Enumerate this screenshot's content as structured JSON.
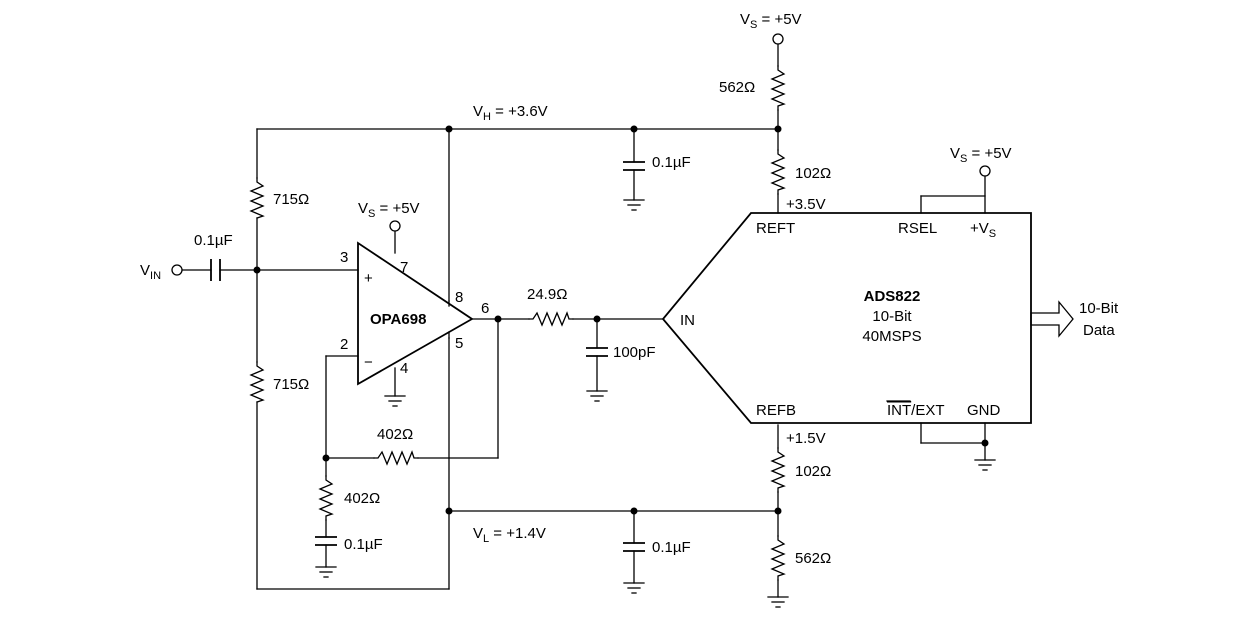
{
  "supplies": {
    "vs_top": {
      "label": "V",
      "sub": "S",
      "value": " = +5V"
    },
    "vs_opamp": {
      "label": "V",
      "sub": "S",
      "value": " = +5V"
    },
    "vs_adc": {
      "label": "V",
      "sub": "S",
      "value": " = +5V"
    }
  },
  "nodes": {
    "vh": {
      "label": "V",
      "sub": "H",
      "value": " = +3.6V"
    },
    "vl": {
      "label": "V",
      "sub": "L",
      "value": " = +1.4V"
    },
    "vin": {
      "label": "V",
      "sub": "IN"
    },
    "reft_v": "+3.5V",
    "refb_v": "+1.5V"
  },
  "components": {
    "r_562_top": "562Ω",
    "r_102_top": "102Ω",
    "c_vh": "0.1µF",
    "r_715_top": "715Ω",
    "r_715_bot": "715Ω",
    "c_in": "0.1µF",
    "r_249": "24.9Ω",
    "c_100p": "100pF",
    "r_402_fb": "402Ω",
    "r_402_gnd": "402Ω",
    "c_402": "0.1µF",
    "c_vl": "0.1µF",
    "r_102_bot": "102Ω",
    "r_562_bot": "562Ω"
  },
  "opamp": {
    "name": "OPA698",
    "pins": {
      "p3": "3",
      "p2": "2",
      "p7": "7",
      "p4": "4",
      "p8": "8",
      "p5": "5",
      "p6": "6"
    },
    "plus": "+",
    "minus": "−"
  },
  "adc": {
    "name": "ADS822",
    "line2": "10-Bit",
    "line3": "40MSPS",
    "pin_in": "IN",
    "pin_reft": "REFT",
    "pin_refb": "REFB",
    "pin_rsel": "RSEL",
    "pin_vs": {
      "label": "+V",
      "sub": "S"
    },
    "pin_int": "INT",
    "pin_ext": "/EXT",
    "pin_gnd": "GND"
  },
  "output": {
    "line1": "10-Bit",
    "line2": "Data"
  }
}
